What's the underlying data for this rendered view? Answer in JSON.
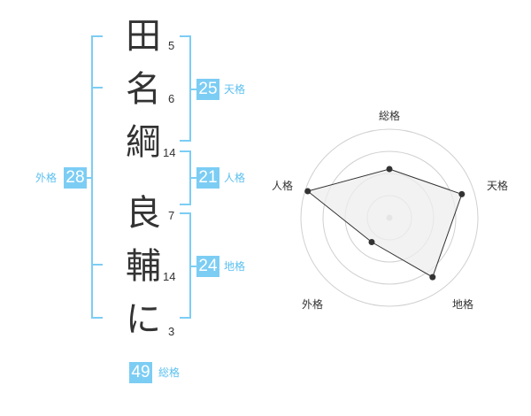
{
  "name": {
    "chars": [
      "田",
      "名",
      "綱",
      "良",
      "輔",
      "に"
    ],
    "strokes": [
      "5",
      "6",
      "14",
      "7",
      "14",
      "3"
    ]
  },
  "kakusu": {
    "tenkaku": {
      "value": "25",
      "label": "天格"
    },
    "jinkaku": {
      "value": "21",
      "label": "人格"
    },
    "chikaku": {
      "value": "24",
      "label": "地格"
    },
    "gaikaku": {
      "value": "28",
      "label": "外格"
    },
    "soukaku": {
      "value": "49",
      "label": "総格"
    }
  },
  "chart_data": {
    "type": "radar",
    "axes": [
      "総格",
      "天格",
      "地格",
      "外格",
      "人格"
    ],
    "values": [
      0.55,
      0.86,
      0.83,
      0.34,
      0.97
    ],
    "range": [
      0,
      1
    ],
    "rings": 4,
    "colors": {
      "line": "#333333",
      "fill": "#eeeeee",
      "ring": "#d0d0d0",
      "center": "#cccccc"
    }
  },
  "colors": {
    "accent": "#7ccdf4",
    "label": "#5cc0f0",
    "bracket": "#7ccdf4"
  }
}
